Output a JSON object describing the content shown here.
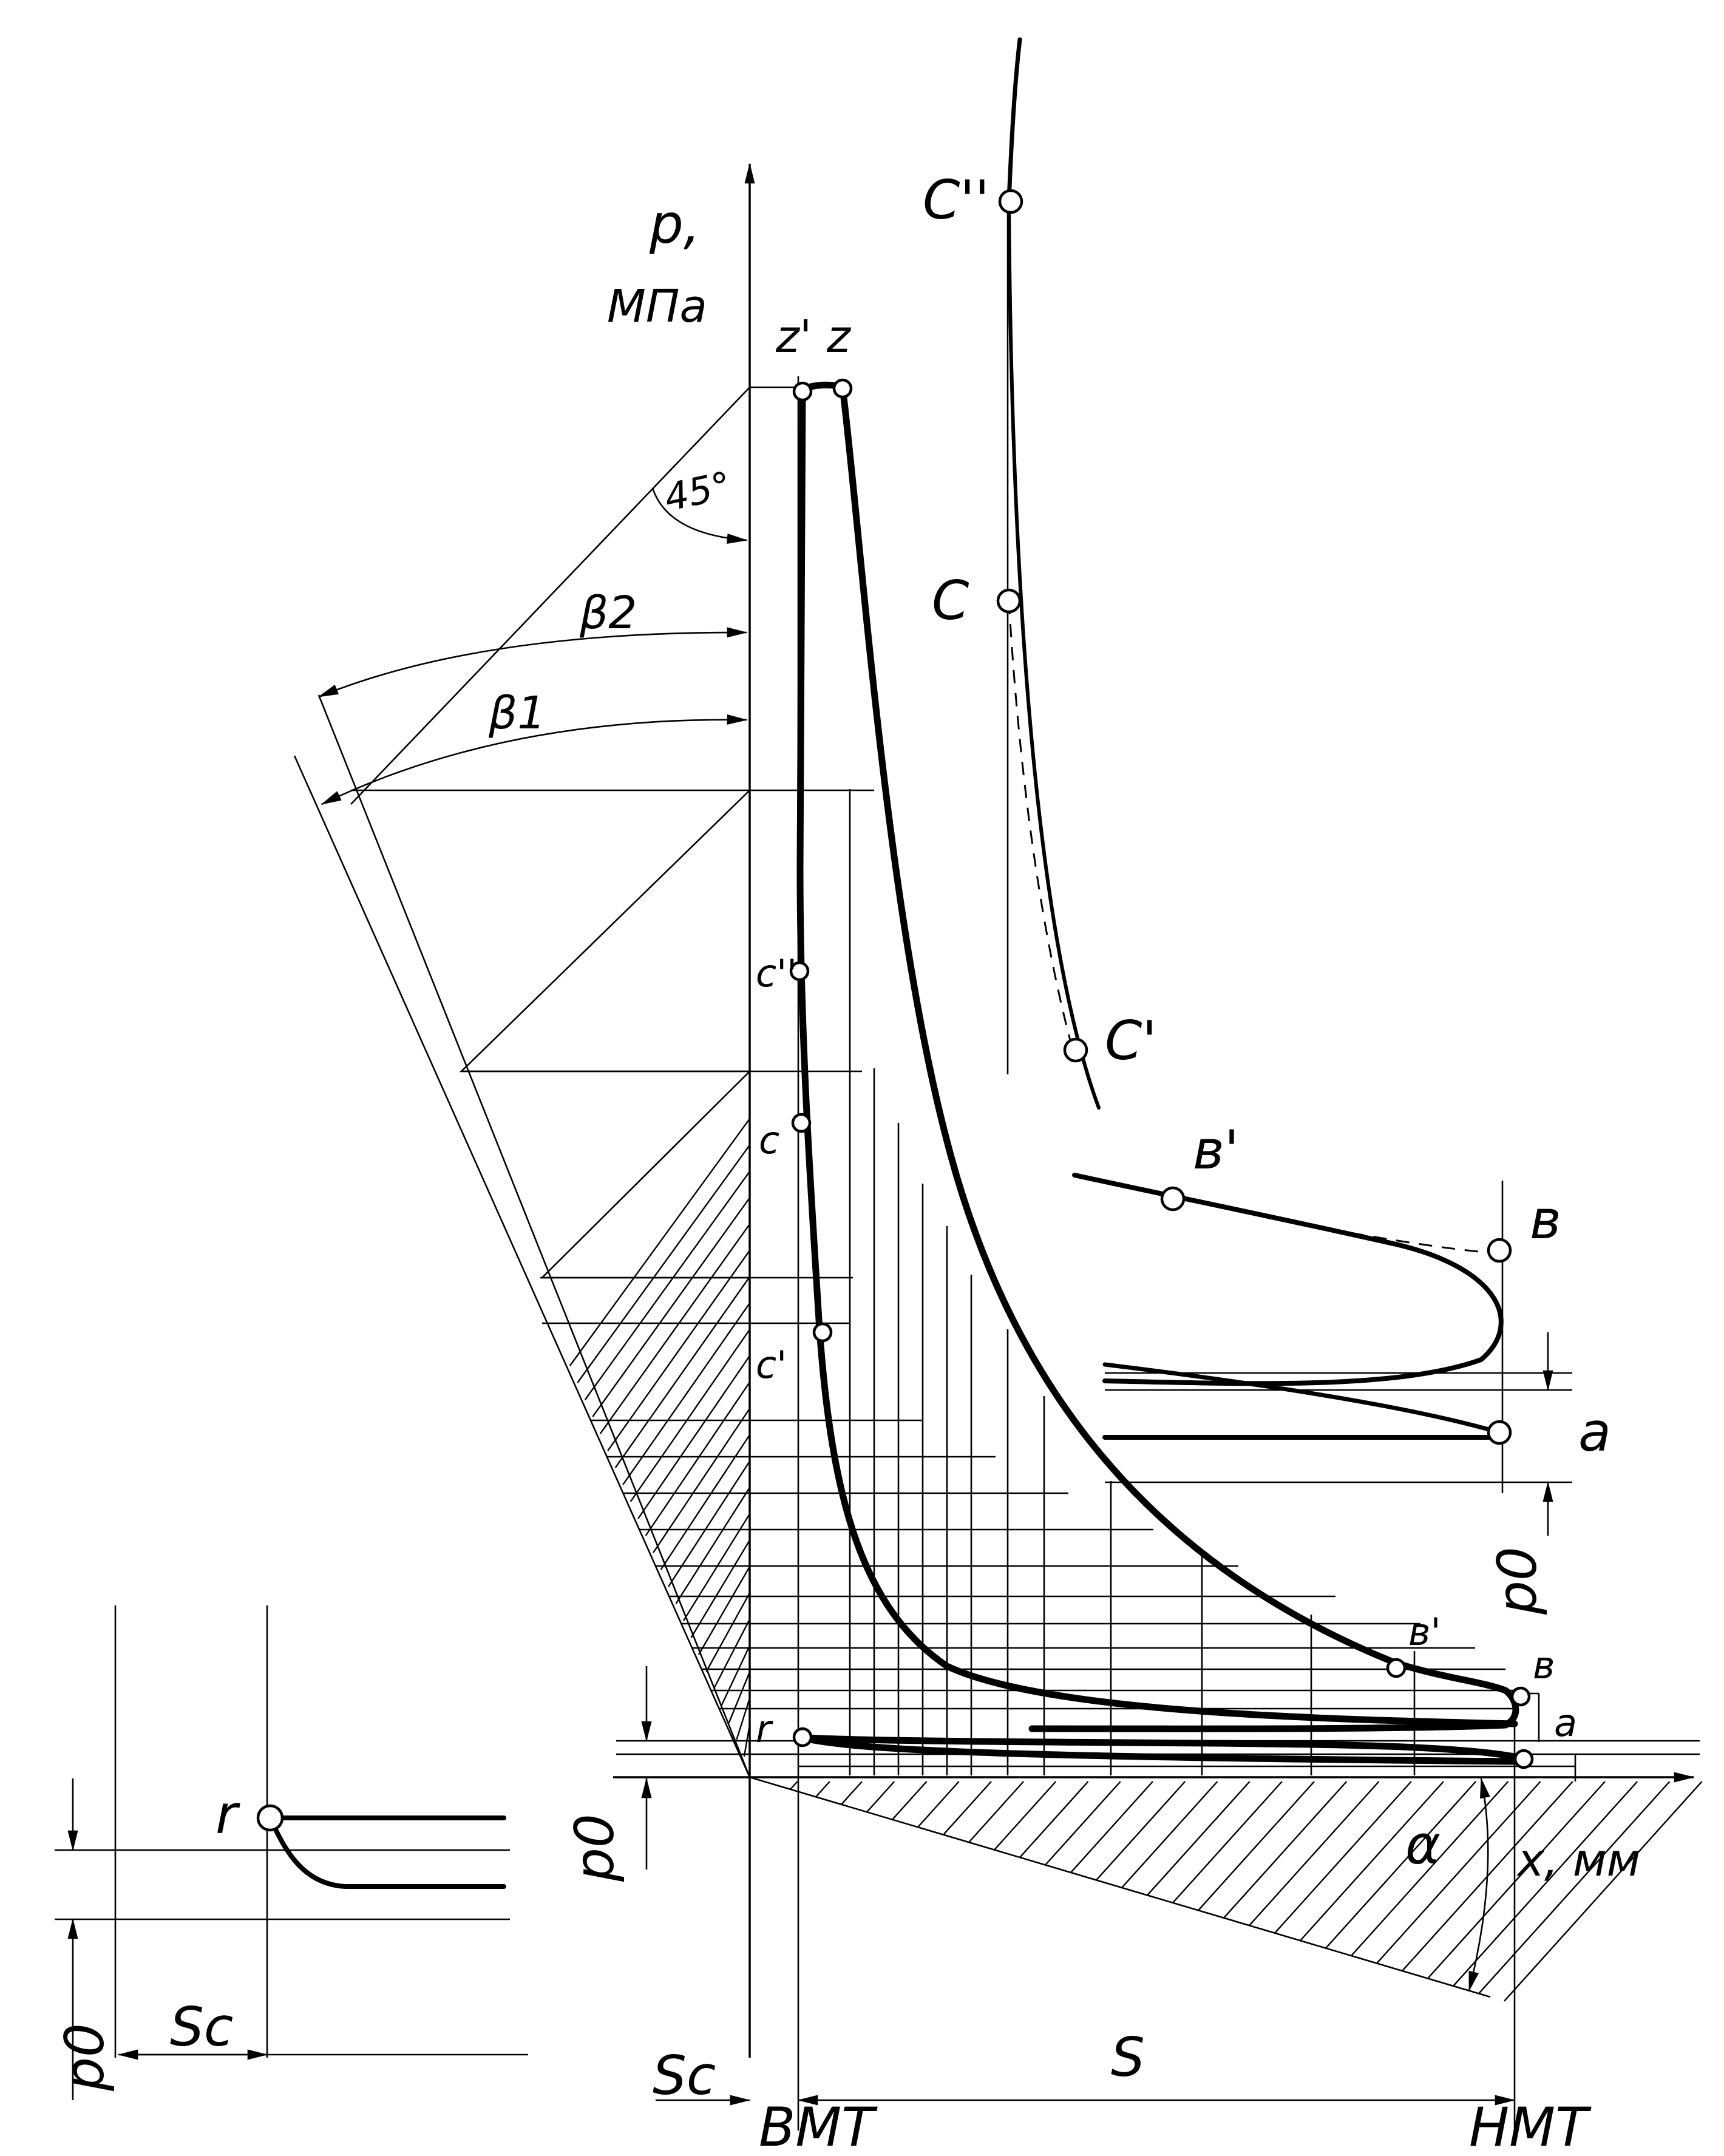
{
  "axes": {
    "y_label": "p,",
    "y_unit": "МПа",
    "x_label": "x, мм"
  },
  "angles": {
    "a45": "45°",
    "beta2": "β2",
    "beta1": "β1",
    "alpha": "α"
  },
  "dimensions": {
    "sc": "Sc",
    "s": "S",
    "p0": "p0"
  },
  "positions": {
    "bmt": "ВМТ",
    "nmt": "НМТ"
  },
  "points_main": {
    "z_prime": "z'",
    "z": "z",
    "c_dprime": "c''",
    "c": "c",
    "c_prime": "c'",
    "b_prime": "в'",
    "b": "в",
    "a": "a",
    "r": "r"
  },
  "points_upper": {
    "c_dprime": "C''",
    "c": "C",
    "c_prime": "C'"
  },
  "points_mid": {
    "b_prime": "в'",
    "b": "в",
    "a": "a",
    "p0": "p0"
  },
  "points_inset": {
    "r": "r",
    "p0": "p0",
    "sc": "Sc"
  }
}
